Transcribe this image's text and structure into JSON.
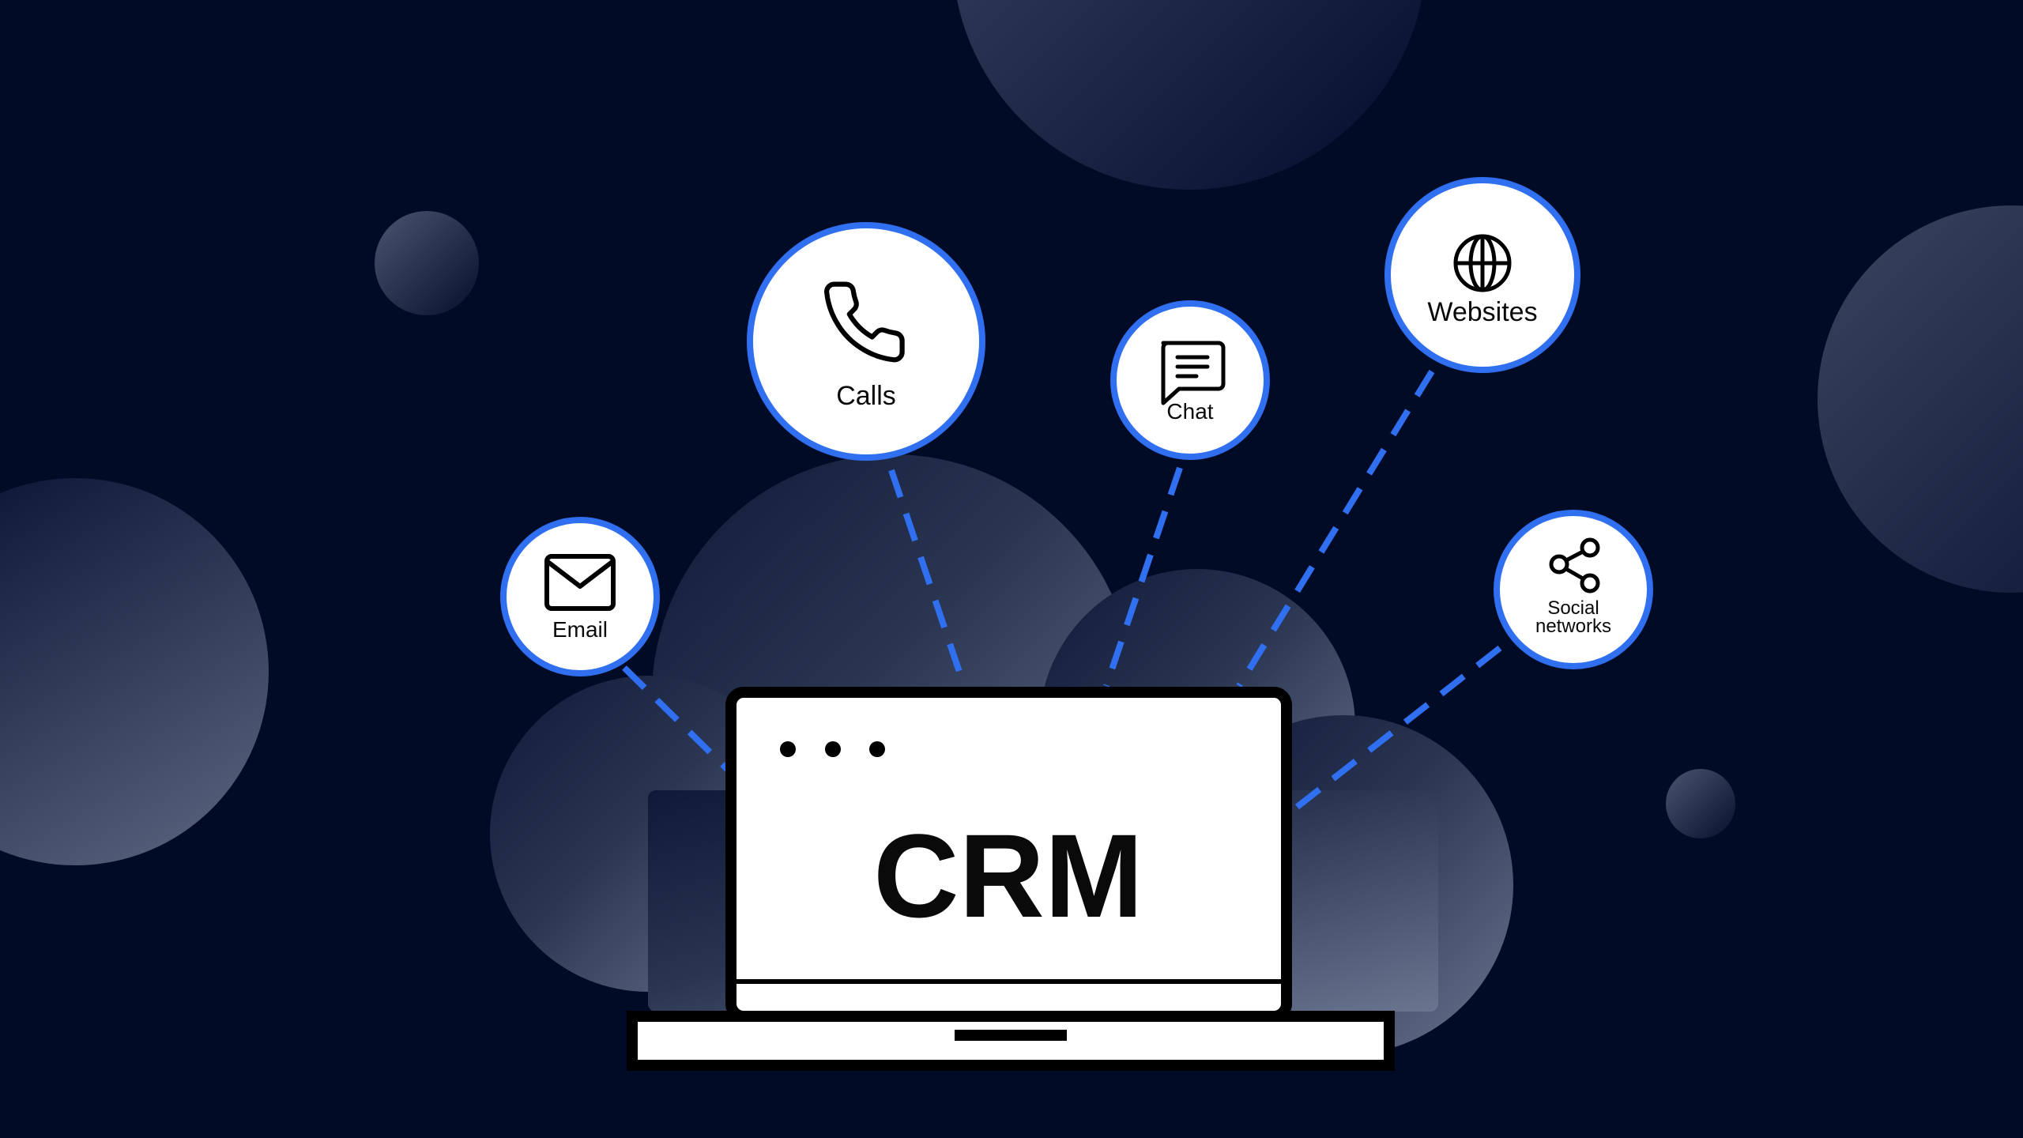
{
  "colors": {
    "background": "#020b26",
    "accent": "#2f6ff0",
    "node_fill": "#ffffff",
    "ink": "#0a0a0a"
  },
  "laptop": {
    "title": "CRM",
    "window_dots": 3
  },
  "channels": [
    {
      "id": "email",
      "label": "Email",
      "icon": "envelope-icon"
    },
    {
      "id": "calls",
      "label": "Calls",
      "icon": "phone-icon"
    },
    {
      "id": "chat",
      "label": "Chat",
      "icon": "chat-bubble-icon"
    },
    {
      "id": "websites",
      "label": "Websites",
      "icon": "globe-icon"
    },
    {
      "id": "social",
      "label_line1": "Social",
      "label_line2": "networks",
      "icon": "share-icon"
    }
  ]
}
